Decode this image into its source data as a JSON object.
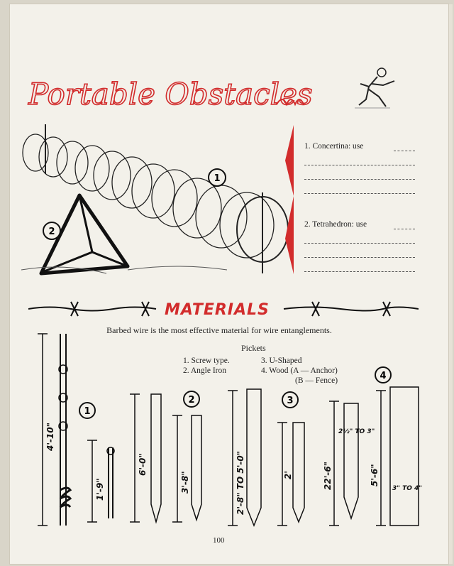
{
  "title": "Portable Obstacles",
  "obstacles": [
    {
      "label": "1.  Concertina:  use"
    },
    {
      "label": "2.  Tetrahedron:  use"
    }
  ],
  "figure_callouts": [
    "1",
    "2"
  ],
  "section": {
    "heading": "MATERIALS"
  },
  "intro": "Barbed wire is the most effective material for wire entanglements.",
  "pickets": {
    "title": "Pickets",
    "types": [
      "1.  Screw type.",
      "2.  Angle Iron",
      "3.  U-Shaped",
      "4.  Wood (A — Anchor)",
      "(B — Fence)"
    ]
  },
  "drawings": [
    {
      "number": "1",
      "measures": [
        "4'-10\"",
        "1'-9\""
      ]
    },
    {
      "number": "2",
      "measures": [
        "6'-0\"",
        "3'-8\""
      ]
    },
    {
      "number": "3",
      "measures": [
        "2'-8\" TO 5'-0\"",
        "2'"
      ]
    },
    {
      "number": "4",
      "measures": [
        "22'-6\"",
        "5'-6\"",
        "2½\" TO 3\"",
        "3\" TO 4\""
      ]
    }
  ],
  "page_number": "100",
  "colors": {
    "accent": "#d22c2c",
    "ink": "#111111",
    "paper": "#f3f1ea"
  }
}
